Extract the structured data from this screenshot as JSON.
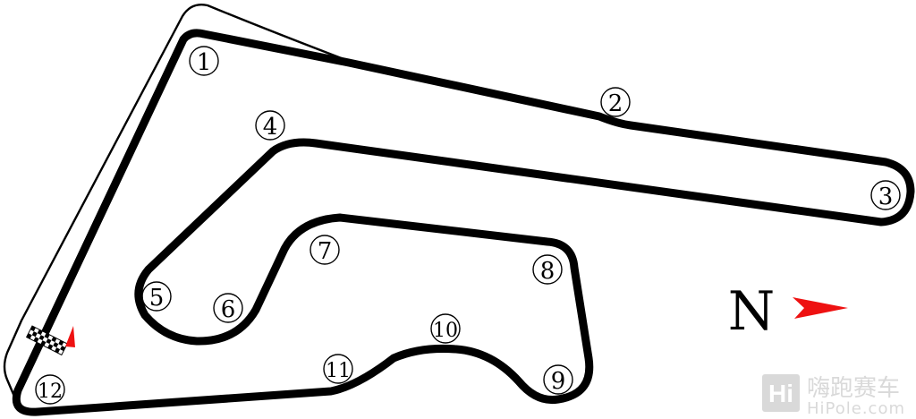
{
  "track": {
    "corners": [
      {
        "id": "c1",
        "label": "1"
      },
      {
        "id": "c2",
        "label": "2"
      },
      {
        "id": "c3",
        "label": "3"
      },
      {
        "id": "c4",
        "label": "4"
      },
      {
        "id": "c5",
        "label": "5"
      },
      {
        "id": "c6",
        "label": "6"
      },
      {
        "id": "c7",
        "label": "7"
      },
      {
        "id": "c8",
        "label": "8"
      },
      {
        "id": "c9",
        "label": "9"
      },
      {
        "id": "c10",
        "label": "10"
      },
      {
        "id": "c11",
        "label": "11"
      },
      {
        "id": "c12",
        "label": "12"
      }
    ],
    "track_color": "#000000",
    "direction_marker_color": "#ee1111"
  },
  "compass": {
    "letter": "N",
    "arrow_color": "#ee1111"
  },
  "watermark": {
    "logo_text": "Hi",
    "chinese_text": "嗨跑赛车",
    "url_text": "HiPole.com",
    "color": "#d9d9d9"
  }
}
